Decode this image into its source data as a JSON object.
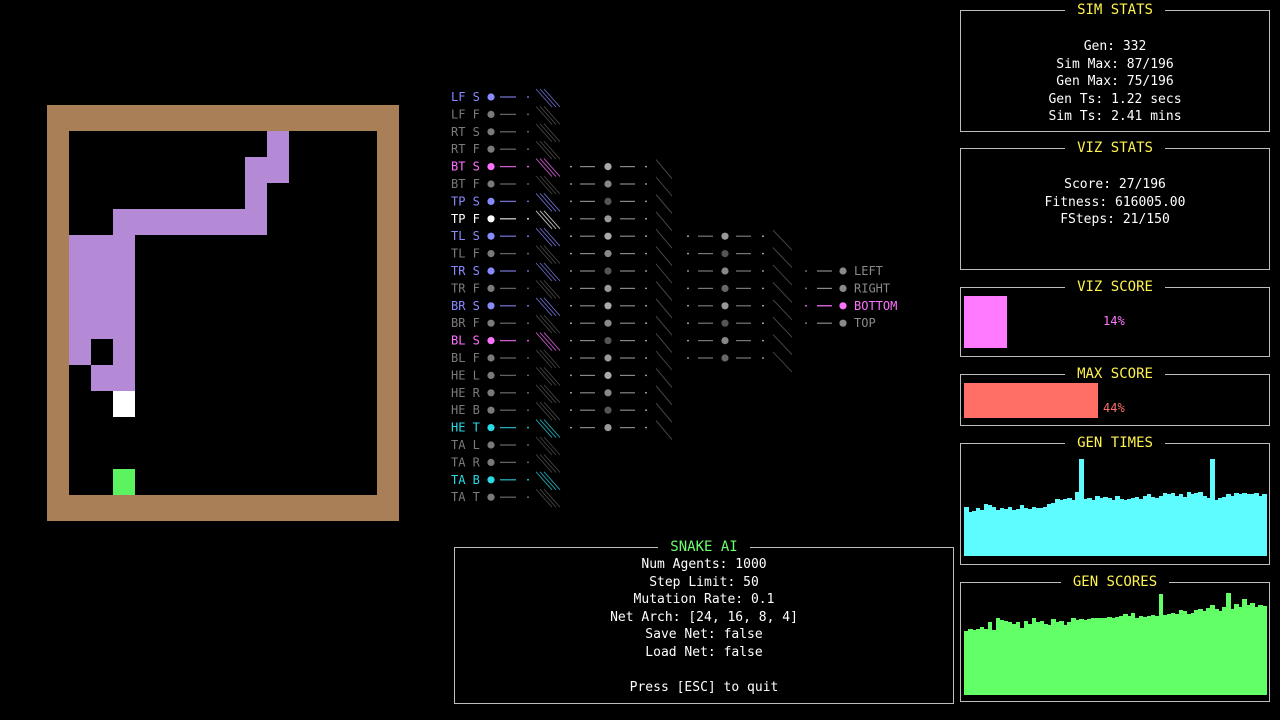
{
  "colors": {
    "border": "#a97f58",
    "snake": "#b48ad6",
    "head": "#ffffff",
    "food": "#5bf460",
    "title": "#fff34d",
    "snake_ai_title": "#6dff6d",
    "viz_score": "#ff7aff",
    "max_score": "#ff6f66",
    "gen_times": "#5efcff",
    "gen_scores": "#63ff66",
    "sensor_blue": "#8a8aff",
    "sensor_pink": "#ff72ff",
    "sensor_cyan": "#2bd9e6",
    "dim": "#7a7a7a"
  },
  "board": {
    "grid_size": "14x14"
  },
  "network": {
    "inputs": [
      {
        "label": "LF S",
        "color": "blue"
      },
      {
        "label": "LF F",
        "color": "dim"
      },
      {
        "label": "RT S",
        "color": "dim"
      },
      {
        "label": "RT F",
        "color": "dim"
      },
      {
        "label": "BT S",
        "color": "pink"
      },
      {
        "label": "BT F",
        "color": "dim"
      },
      {
        "label": "TP S",
        "color": "blue"
      },
      {
        "label": "TP F",
        "color": "white"
      },
      {
        "label": "TL S",
        "color": "blue"
      },
      {
        "label": "TL F",
        "color": "dim"
      },
      {
        "label": "TR S",
        "color": "blue"
      },
      {
        "label": "TR F",
        "color": "dim"
      },
      {
        "label": "BR S",
        "color": "blue"
      },
      {
        "label": "BR F",
        "color": "dim"
      },
      {
        "label": "BL S",
        "color": "pink"
      },
      {
        "label": "BL F",
        "color": "dim"
      },
      {
        "label": "HE L",
        "color": "dim"
      },
      {
        "label": "HE R",
        "color": "dim"
      },
      {
        "label": "HE B",
        "color": "dim"
      },
      {
        "label": "HE T",
        "color": "cyan"
      },
      {
        "label": "TA L",
        "color": "dim"
      },
      {
        "label": "TA R",
        "color": "dim"
      },
      {
        "label": "TA B",
        "color": "cyan"
      },
      {
        "label": "TA T",
        "color": "dim"
      }
    ],
    "outputs": [
      {
        "label": "LEFT",
        "active": false
      },
      {
        "label": "RIGHT",
        "active": false
      },
      {
        "label": "BOTTOM",
        "active": true
      },
      {
        "label": "TOP",
        "active": false
      }
    ]
  },
  "sim_stats": {
    "title": "SIM STATS",
    "lines": [
      "Gen: 332",
      "Sim Max: 87/196",
      "Gen Max: 75/196",
      "Gen Ts: 1.22 secs",
      "Sim Ts: 2.41 mins"
    ]
  },
  "viz_stats": {
    "title": "VIZ STATS",
    "lines": [
      "Score: 27/196",
      "Fitness: 616005.00",
      "FSteps: 21/150"
    ]
  },
  "viz_score": {
    "title": "VIZ SCORE",
    "value": 0.14,
    "label": "14%"
  },
  "max_score": {
    "title": "MAX SCORE",
    "value": 0.44,
    "label": "44%"
  },
  "gen_times": {
    "title": "GEN TIMES",
    "values": [
      0.45,
      0.4,
      0.41,
      0.44,
      0.42,
      0.47,
      0.46,
      0.45,
      0.42,
      0.44,
      0.43,
      0.45,
      0.42,
      0.43,
      0.46,
      0.44,
      0.43,
      0.45,
      0.44,
      0.44,
      0.45,
      0.47,
      0.48,
      0.52,
      0.51,
      0.52,
      0.53,
      0.51,
      0.58,
      0.88,
      0.52,
      0.53,
      0.51,
      0.55,
      0.53,
      0.54,
      0.53,
      0.51,
      0.55,
      0.52,
      0.51,
      0.52,
      0.53,
      0.54,
      0.52,
      0.55,
      0.56,
      0.54,
      0.53,
      0.55,
      0.57,
      0.56,
      0.57,
      0.55,
      0.56,
      0.54,
      0.58,
      0.56,
      0.57,
      0.58,
      0.55,
      0.53,
      0.88,
      0.51,
      0.53,
      0.54,
      0.56,
      0.55,
      0.57,
      0.56,
      0.57,
      0.56,
      0.56,
      0.57,
      0.55,
      0.56
    ]
  },
  "gen_scores": {
    "title": "GEN SCORES",
    "values": [
      0.58,
      0.6,
      0.59,
      0.6,
      0.62,
      0.6,
      0.66,
      0.59,
      0.7,
      0.68,
      0.67,
      0.66,
      0.65,
      0.66,
      0.61,
      0.67,
      0.65,
      0.7,
      0.66,
      0.67,
      0.65,
      0.64,
      0.69,
      0.66,
      0.67,
      0.64,
      0.66,
      0.7,
      0.68,
      0.69,
      0.68,
      0.69,
      0.7,
      0.7,
      0.7,
      0.7,
      0.71,
      0.7,
      0.71,
      0.72,
      0.74,
      0.72,
      0.75,
      0.7,
      0.72,
      0.71,
      0.72,
      0.73,
      0.72,
      0.92,
      0.73,
      0.74,
      0.75,
      0.74,
      0.77,
      0.76,
      0.74,
      0.75,
      0.77,
      0.78,
      0.76,
      0.79,
      0.82,
      0.78,
      0.76,
      0.8,
      0.93,
      0.78,
      0.83,
      0.8,
      0.87,
      0.82,
      0.84,
      0.8,
      0.82,
      0.81
    ]
  },
  "snake_ai": {
    "title": "SNAKE AI",
    "lines": [
      "Num Agents: 1000",
      "Step Limit: 50",
      "Mutation Rate: 0.1",
      "Net Arch: [24, 16, 8, 4]",
      "Save Net: false",
      "Load Net: false"
    ],
    "quit": "Press [ESC] to quit"
  }
}
